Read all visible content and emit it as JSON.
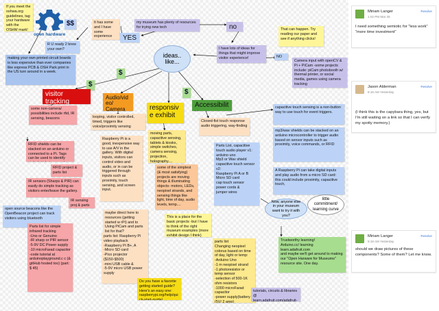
{
  "board": {
    "logo": {
      "text": "open hardware"
    },
    "dollars": [
      "$$",
      "$",
      "$",
      "$"
    ],
    "notes": {
      "oshwa": "If you meet the oshwa.org guidelines, tag your hardware with the OSHW mark!",
      "printed_boards": "making your own printed circuit boards is less expensive than ever companies like express PCB & OSH Park print in the US turn around in a week.",
      "ready_to_brew": "R U ready 2 brew your own?",
      "some_experience": "It has some and I have some experience",
      "yes": "YES",
      "resources": "my museum has plenty of resources for trying new tech",
      "no_top": "no",
      "can_happen": "That can happen. Try reading our paper and see if anything clicks!",
      "lots_of_ideas": "I have lots of ideas for things that might improve visitor experience!",
      "no_mid": "NO",
      "camera_input": "Camera input with openCV & Pi + PiCam -some projects include: piCam photobooth w/ thermal printer, or social media, games using camera tracking",
      "visitor_tracking": "visitor tracking",
      "audio_video": "Audio/video/ Camera",
      "responsive_exhibit": "responsive exhibit",
      "accessibility": "Accessibility",
      "non_camera": "some non-camera/ possibilities include rfid, IR sensing, beacons",
      "looping": "looping, visitor controlled, timed, triggers like voice/proximity sensing",
      "raspberry_pi_good": "Raspberry Pi is a good, inexpensive way to use A/V in the gallery. With digital inputs, visitors can control video and audio, or in can be triggered through inputs such as proximity, touch sensing, and screen input.",
      "moving_parts": "moving parts, capacitive sensing, tablets & kiosks, simple switches, camera sensing, projection, holography....",
      "closed_fist": "Closed-fist touch response audio triggering, way-finding",
      "capacitive_sensing": "capacitive touch sensing is a non-button way to use touch for event triggers.",
      "mp3_shields": "mp3/wav shields can be stacked on an arduino microcontroller to trigger audio based on sensor inputs such as proximity, voice commands, or RFID",
      "rfid_shields": "RFID shields can be stacked on an arduino or connected to a Pi. Tags can be used to identify visitor's tickets or cards.",
      "rfid_project": "RFID project & parts list",
      "ir_sensors": "IR sensors (Sharps & PIR) can easily do simple tracking as visitors enter/leave the gallery.",
      "ir_sensing": "IR sensing proj & parts",
      "open_source_beacons": "open source beacons like the OpenBeacon project can track visitors using bluetooth",
      "simplest": "some of the simplest (& most satisfying) projects are moving things & illuminating objects- motors, LEDs, neopixel strands, and sensing things like light, time of day, audio levels, temp....",
      "parts_capacitive": "Parts List, capacitive touch audio player v1:\narduino uno\nMp3 or Wav shield\ncapacitive touch sensor\nv2:\nRaspberry Pi A or B\nMicro SD card\ncap touch sensor\npower cords &\njumper wires",
      "pi_take_digital": "A Raspberry Pi can take digital inputs and play audio from a micro SD card: this could include proximity, capacitive touch,",
      "maybe_direct": "maybe direct here to resources (getting started w rPi) and to Using PiCam and parts list for that?",
      "place_basic": "This is a place for the basic projects -but I have to think of the right museum examples (more exhibit design I think)",
      "anyone_else": "Now, anyone else in your museum want to try it with you?",
      "little_commitment": "little commitment/ learning curve",
      "trustworthy": "Trustworthy learning!\nArduino.cc/ learning\nlearn.adafruit.com\nand maybe we'll get around to making our \"Open Harware for Museums\" resource site. One day.",
      "parts_ir": "Parts list for simple infrared tracking\n-Uno or Genuino\n-IR sharp or PIR sensor\n-5-9V DC Power supply\n-10 microFarad capacitor\n-code tutorial at arduinoplayground.c c (& gitHub hosted too) (part: $ 45)",
      "parts_pi_video": "parts list: Raspberry Pi video playback\n-Raspberry Pi B+, A\n-Micro SD card\n-Pico projector ($150-$500)\n-mini USB cable &\n-5-9V micro USB power supply",
      "parts_neopixel": "parts list\nChanging neopixel colorus based on time of day, light or temp:\n-Arduino Uno\n-1 m neopixel strand\n-1 photoresistor or temp sensor\n-selection of 500-1K ohm resistors\n-1000 microFarad capacitor\n-power supply(battery (5V/ 2 amp)",
      "favorite_guide": "Do you have a favorite getting started guide? Here's an easy one: raspberrypi.org/help/quick-start-guide/",
      "tutorials": "tutorials, circuits & libraries @ learn.adafruit.com/adafruit-neo pixel-uberguide",
      "ideas_like": "ideas.. like..."
    }
  },
  "comments": [
    {
      "author": "Miriam Langer",
      "time": "1:02 PM Mar 25",
      "resolve": "Resolve",
      "text": "I need something semiotic for \"less work\" \"more time investment\""
    },
    {
      "author": "Jason Alderman",
      "time": "8:16 AM Yesterday",
      "resolve": "Resolve",
      "text": "(I think this is the capybara thing, yes, but I'm still waiting on a link so that I can verify my spotty memory.)"
    },
    {
      "author": "Miriam Langer",
      "time": "9:18 AM Yesterday",
      "resolve": "Resolve",
      "text": "should we draw pictures of these components? Some of them? Let me know."
    }
  ],
  "colors": {
    "accent_blue": "#3b79d8",
    "visitor_tracking": "#d90f0f",
    "audio_video": "#f39a21",
    "responsive": "#f6dc14",
    "accessibility": "#4d9f3c"
  }
}
